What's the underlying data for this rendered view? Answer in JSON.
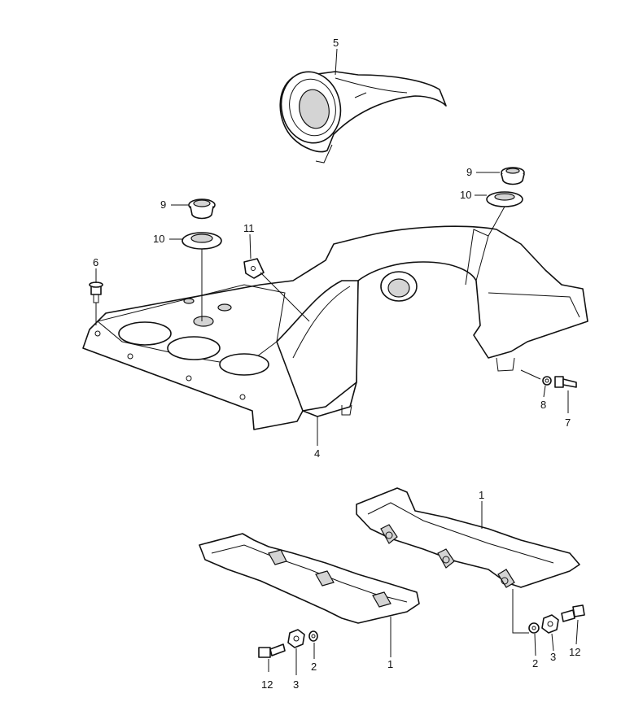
{
  "callouts": [
    {
      "id": "c5",
      "text": "5"
    },
    {
      "id": "c9a",
      "text": "9"
    },
    {
      "id": "c10a",
      "text": "10"
    },
    {
      "id": "c11",
      "text": "11"
    },
    {
      "id": "c6",
      "text": "6"
    },
    {
      "id": "c9b",
      "text": "9"
    },
    {
      "id": "c10b",
      "text": "10"
    },
    {
      "id": "c4",
      "text": "4"
    },
    {
      "id": "c8",
      "text": "8"
    },
    {
      "id": "c7",
      "text": "7"
    },
    {
      "id": "c1a",
      "text": "1"
    },
    {
      "id": "c1b",
      "text": "1"
    },
    {
      "id": "c2a",
      "text": "2"
    },
    {
      "id": "c3a",
      "text": "3"
    },
    {
      "id": "c12a",
      "text": "12"
    },
    {
      "id": "c2b",
      "text": "2"
    },
    {
      "id": "c3b",
      "text": "3"
    },
    {
      "id": "c12b",
      "text": "12"
    }
  ]
}
